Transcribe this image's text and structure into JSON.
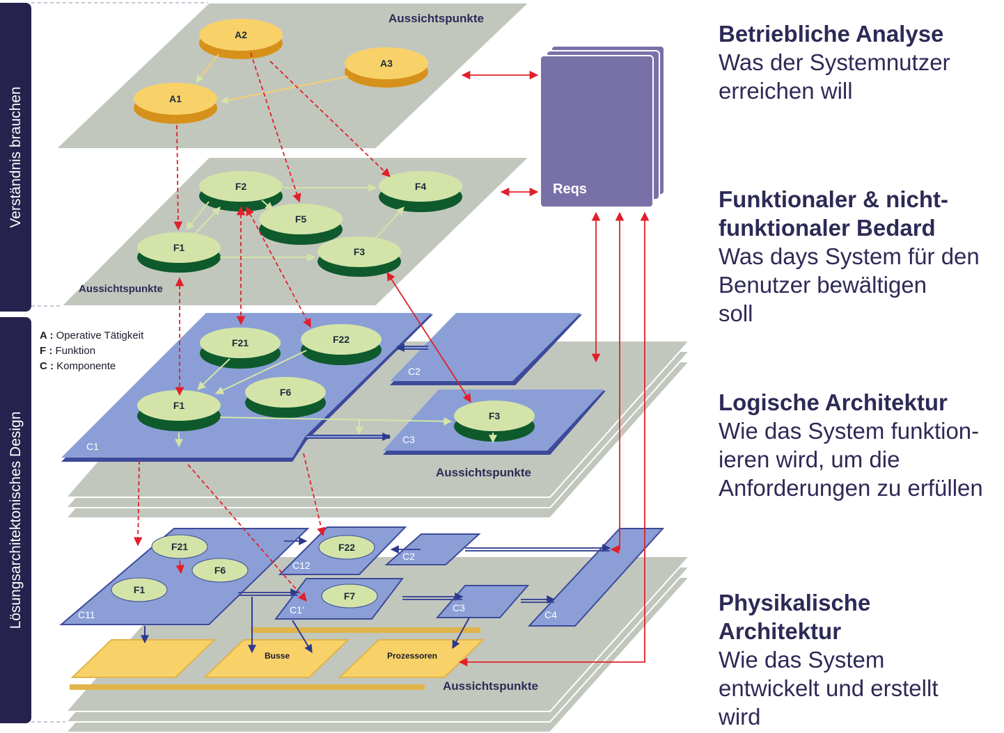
{
  "sidebar": {
    "top_label": "Verständnis brauchen",
    "bottom_label": "Lösungsarchitektonisches Design"
  },
  "legend": [
    {
      "key": "A :",
      "text": "Operative Tätigkeit"
    },
    {
      "key": "F :",
      "text": "Funktion"
    },
    {
      "key": "C :",
      "text": "Komponente"
    }
  ],
  "layers": {
    "viewpoints_label": "Aussichtspunkte"
  },
  "nodes": {
    "A1": "A1",
    "A2": "A2",
    "A3": "A3",
    "F1": "F1",
    "F2": "F2",
    "F3": "F3",
    "F4": "F4",
    "F5": "F5",
    "F21": "F21",
    "F22": "F22",
    "F6": "F6",
    "F7": "F7"
  },
  "components": {
    "C1": "C1",
    "C2": "C2",
    "C3": "C3",
    "C11": "C11",
    "C12": "C12",
    "C1p": "C1’",
    "C4": "C4"
  },
  "hardware": {
    "busse": "Busse",
    "prozessoren": "Prozessoren"
  },
  "reqs_label": "Reqs",
  "sections": [
    {
      "heading": "Betriebliche Analyse",
      "desc": "Was der Systemnutzer\nerreichen will"
    },
    {
      "heading": "Funktionaler & nicht-\nfunktionaler Bedard",
      "desc": "Was days System für den\nBenutzer bewältigen\nsoll"
    },
    {
      "heading": "Logische Architektur",
      "desc": "Wie das System funktion-\nieren wird, um die\nAnforderungen zu erfüllen"
    },
    {
      "heading": "Physikalische\nArchitektur",
      "desc": "Wie das System\nentwickelt und erstellt\nwird"
    }
  ],
  "colors": {
    "sidebar": "#25234d",
    "plane": "#c2c7bd",
    "operative_node": "#f8d169",
    "function_node": "#d4e4a8",
    "function_node_side": "#0e5a2c",
    "component": "#8b9fd6",
    "reqs": "#7871a8",
    "hardware": "#f8d169",
    "trace_arrow": "#e0202a",
    "text": "#2d2a56"
  }
}
